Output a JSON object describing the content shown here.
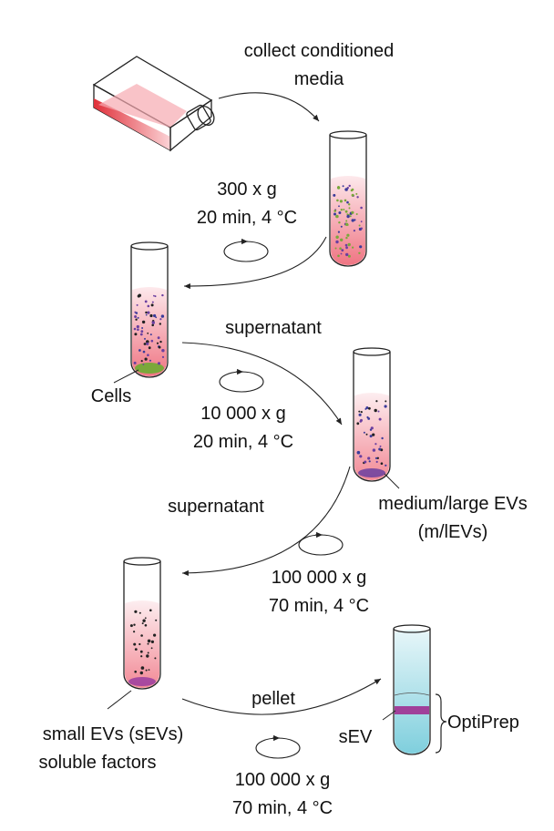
{
  "labels": {
    "collect_line1": "collect conditioned",
    "collect_line2": "media",
    "step1_force": "300 x g",
    "step1_time": "20 min, 4 °C",
    "supernatant_1": "supernatant",
    "cells": "Cells",
    "step2_force": "10 000 x g",
    "step2_time": "20 min, 4 °C",
    "supernatant_2": "supernatant",
    "mlev_line1": "medium/large EVs",
    "mlev_line2": "(m/lEVs)",
    "step3_force": "100 000 x g",
    "step3_time": "70 min, 4 °C",
    "pellet": "pellet",
    "sev_line1": "small EVs (sEVs)",
    "sev_line2": "soluble factors",
    "sev_label": "sEV",
    "optiprep": "OptiPrep",
    "step4_force": "100 000 x g",
    "step4_time": "70 min, 4 °C"
  },
  "colors": {
    "media_pink": "#f0808c",
    "media_light": "#fbe3e6",
    "cells_green": "#7aa83a",
    "ev_purple": "#6a3fa0",
    "optiprep_blue": "#bfe6ee",
    "optiprep_deep": "#7fcfdd",
    "sev_band": "#a0409a",
    "flask_red": "#e0303a"
  },
  "icons": [
    "flask-icon",
    "centrifuge-rotation-icon",
    "test-tube-icon"
  ]
}
